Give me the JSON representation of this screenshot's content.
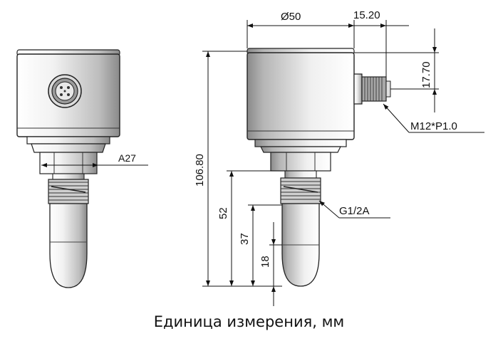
{
  "drawing": {
    "dimensions": {
      "diameter": "Ø50",
      "connector_offset": "15.20",
      "connector_height": "17.70",
      "total_length": "106.80",
      "thread_to_tip": "52",
      "probe_length": "37",
      "tip_length": "18"
    },
    "labels": {
      "wrench_size": "A27",
      "process_thread": "G1/2A",
      "connector_thread": "M12*P1.0"
    },
    "caption": "Единица измерения, мм"
  }
}
